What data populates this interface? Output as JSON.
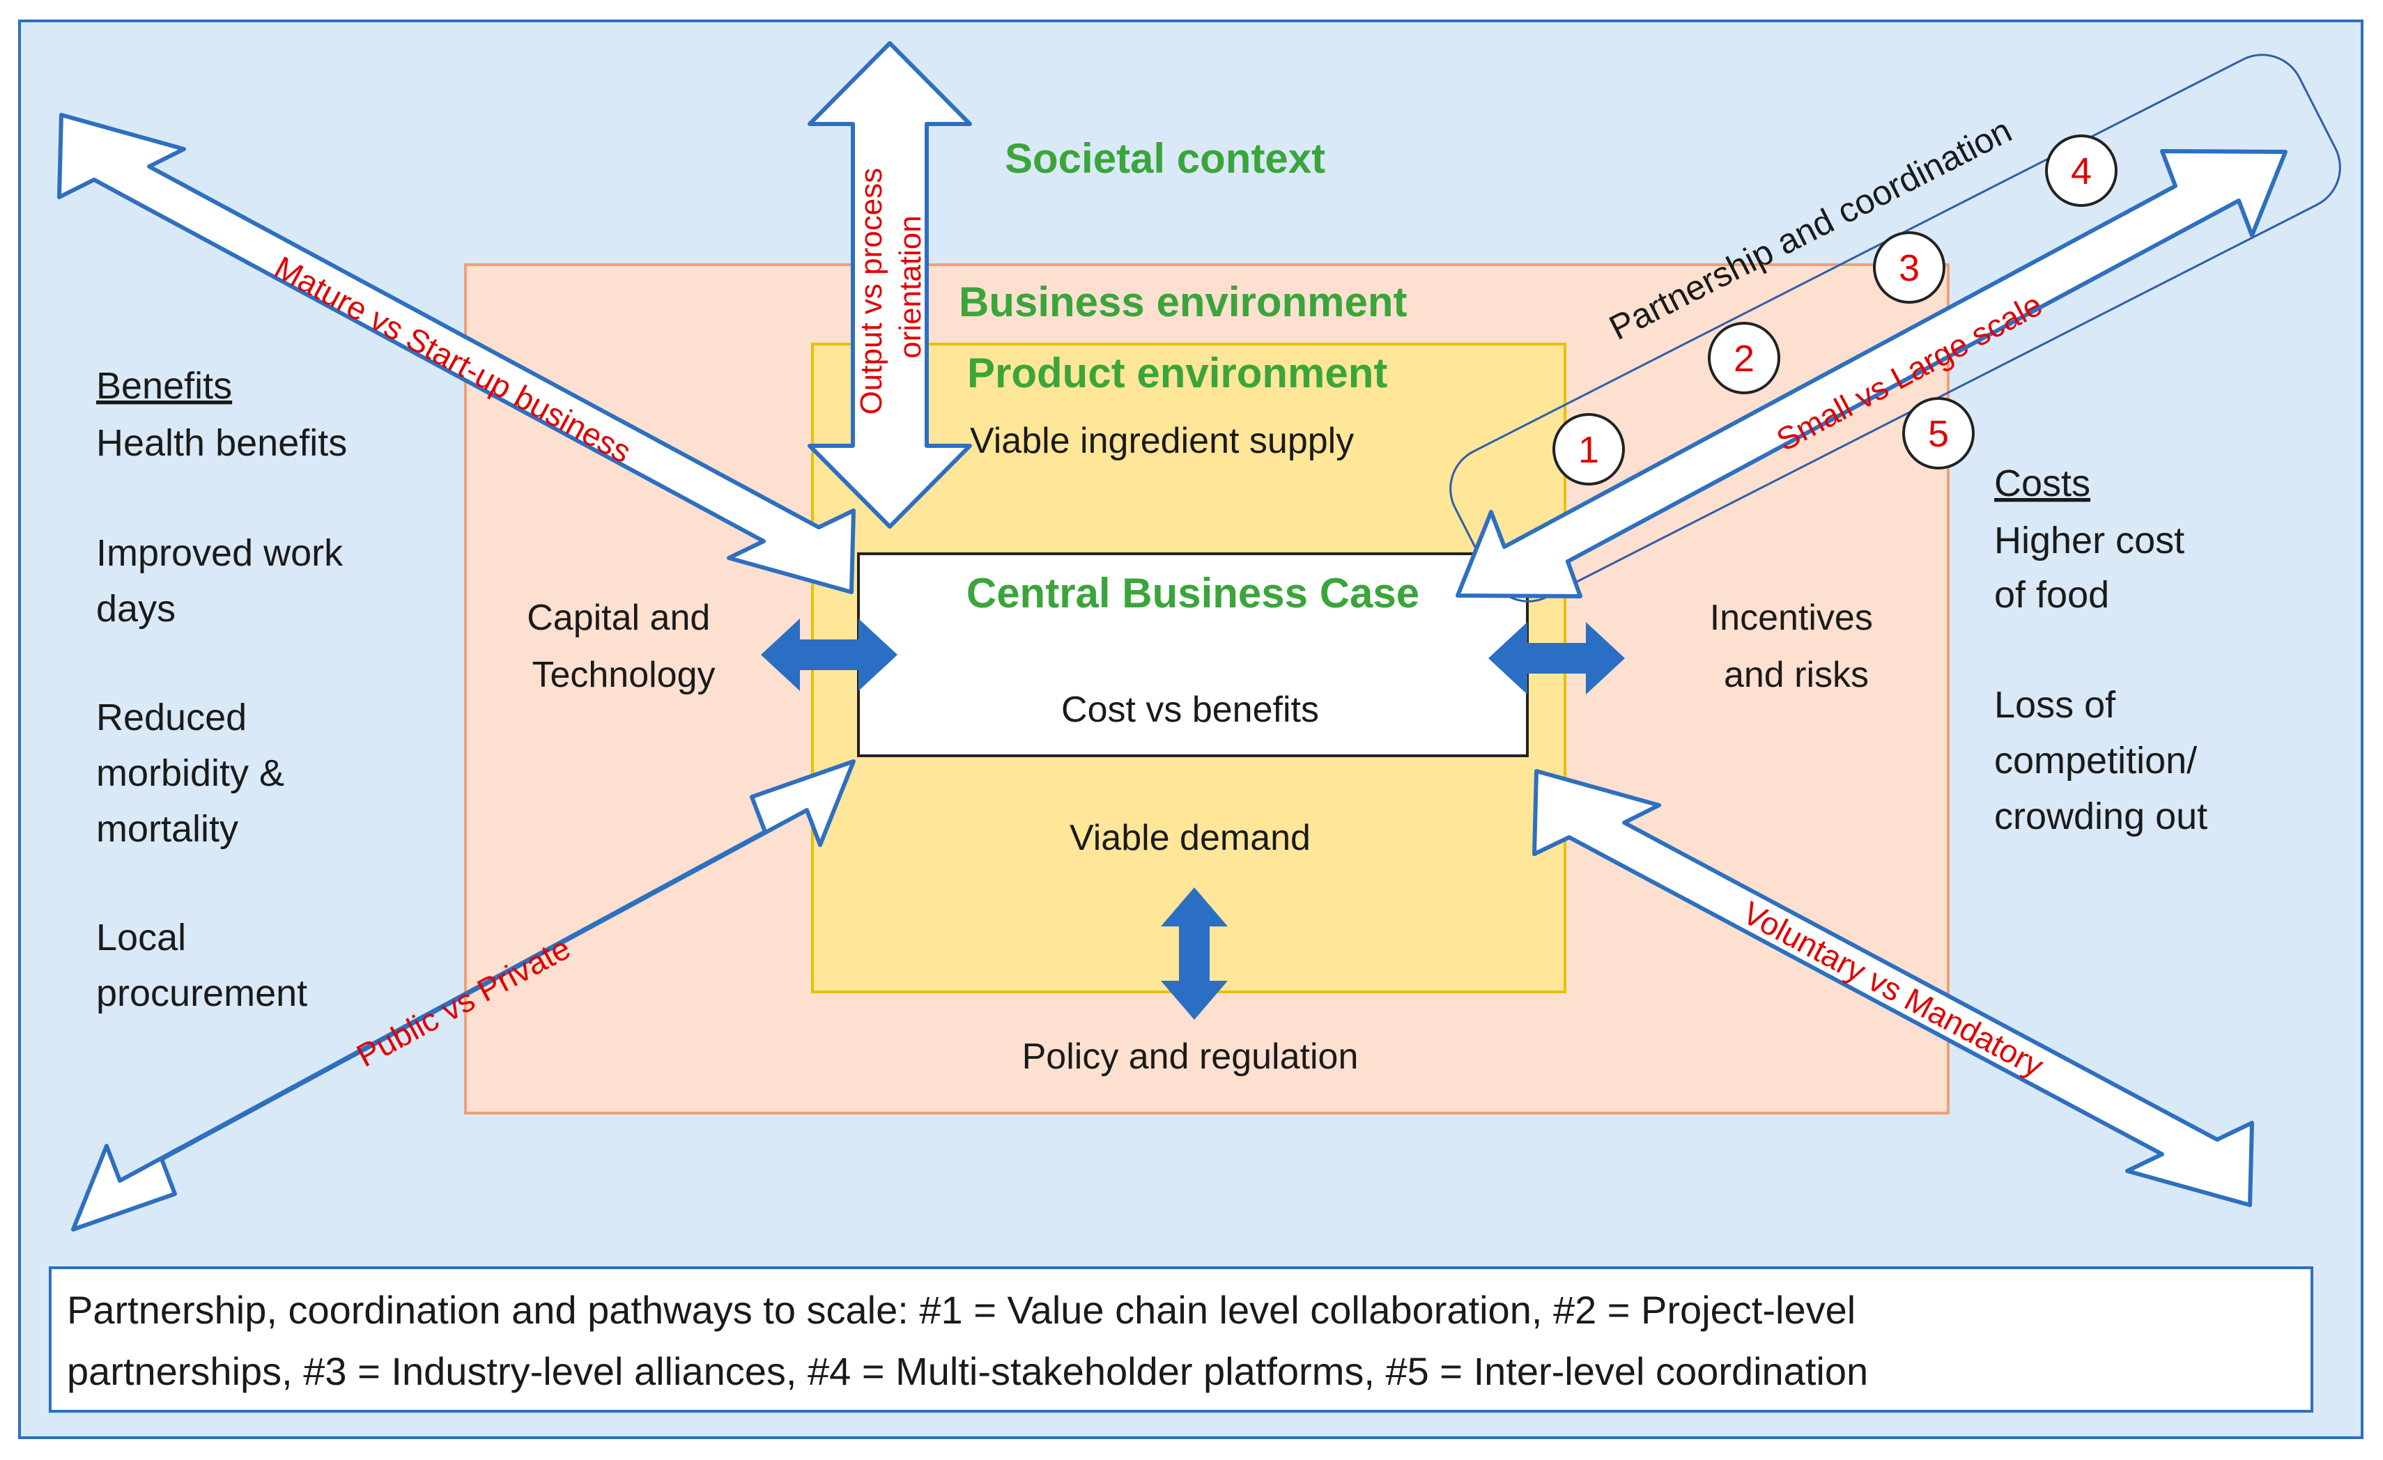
{
  "colors": {
    "outer_bg": "#dae9f7",
    "outer_border": "#2e6fc0",
    "business_bg": "#fde0d0",
    "business_border": "#f0a078",
    "product_bg": "#ffe699",
    "product_border": "#e8c000",
    "green_label": "#3aa53a",
    "red_label": "#e00000",
    "arrow_blue": "#2a6fc4"
  },
  "layers": {
    "societal": "Societal context",
    "business": "Business environment",
    "product": "Product environment",
    "central": "Central Business Case",
    "central_sub": "Cost vs benefits"
  },
  "product_items": {
    "supply": "Viable ingredient supply",
    "demand": "Viable demand"
  },
  "business_items": {
    "capital_line1": "Capital and",
    "capital_line2": "Technology",
    "incentives_line1": "Incentives",
    "incentives_line2": "and risks",
    "policy": "Policy and regulation"
  },
  "axes": {
    "top_line1": "Output vs process",
    "top_line2": "orientation",
    "top_left": "Mature vs Start-up business",
    "top_right": "Small vs Large scale",
    "bottom_left": "Public vs Private",
    "bottom_right": "Voluntary vs Mandatory"
  },
  "partnership": {
    "label": "Partnership and coordination",
    "markers": [
      "1",
      "2",
      "3",
      "4",
      "5"
    ]
  },
  "benefits": {
    "heading": "Benefits",
    "items": [
      [
        "Health benefits"
      ],
      [
        "Improved work",
        "days"
      ],
      [
        "Reduced",
        "morbidity &",
        "mortality"
      ],
      [
        "Local",
        "procurement"
      ]
    ]
  },
  "costs": {
    "heading": "Costs",
    "items": [
      [
        "Higher cost",
        "of food"
      ],
      [
        "Loss of",
        "competition/",
        "crowding out"
      ]
    ]
  },
  "footer": {
    "line1": "Partnership, coordination and pathways to scale: #1 = Value chain level collaboration, #2 = Project-level",
    "line2": "partnerships, #3 = Industry-level alliances, #4 = Multi-stakeholder platforms, #5 = Inter-level coordination"
  }
}
